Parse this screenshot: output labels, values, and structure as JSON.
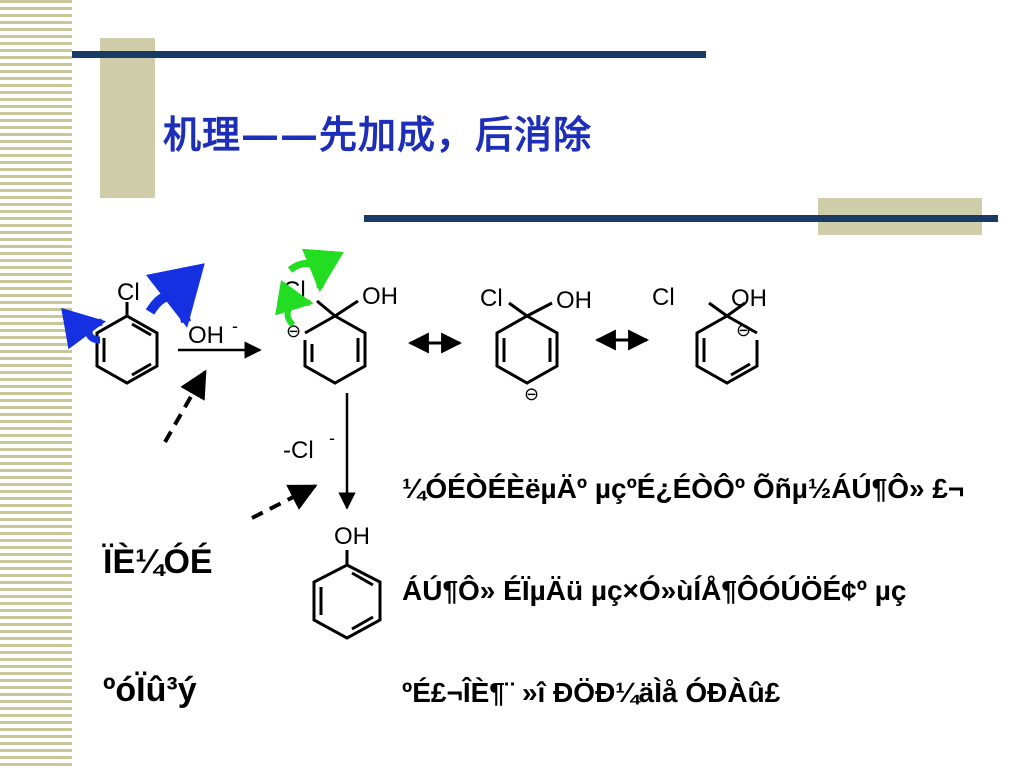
{
  "slide": {
    "title": "机理——先加成，后消除"
  },
  "reaction": {
    "substituent_cl": "Cl",
    "substituent_oh": "OH",
    "reagent": "OH",
    "reagent_charge": "-",
    "leaving_group": "-Cl",
    "leaving_group_charge": "-",
    "anion_charge": "⊖"
  },
  "labels": {
    "left_label_line1": "ÏÈ¼ÓÉ",
    "left_label_line2": "ºóÏû³ý",
    "right_text_lines": [
      "¼ÓÉÒÉÈëµÄº µçºÉ¿ÉÒÔº Õñµ½ÁÚ¶Ô» £¬",
      "ÁÚ¶Ô» ÉÏµÄü µç×Ó»ùÍÅ¶ÔÓÚÖÉ¢º µç",
      "ºÉ£¬ÎÈ¶¨ »î ÐÖÐ¼äÌå ÓÐÀû£"
    ]
  },
  "colors": {
    "title": "#1d2fb8",
    "arrow_blue": "#1430e0",
    "arrow_green": "#22dd22",
    "deco_line": "#1a3a66",
    "deco_rect": "#d0ceaa"
  }
}
